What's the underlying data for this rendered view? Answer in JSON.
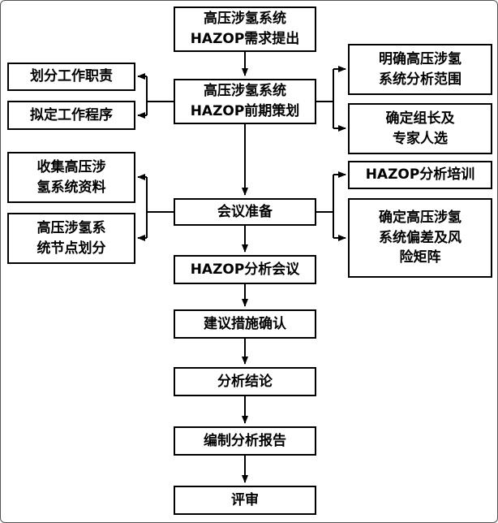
{
  "colors": {
    "box_border": "#000000",
    "box_background": "#ffffff",
    "line": "#000000"
  },
  "nodes": {
    "requirement": "高压涉氢系统\nHAZOP需求提出",
    "planning": "高压涉氢系统\nHAZOP前期策划",
    "duty": "划分工作职责",
    "procedure": "拟定工作程序",
    "scope": "明确高压涉氢\n系统分析范围",
    "leader": "确定组长及\n专家人选",
    "collect": "收集高压涉\n氢系统资料",
    "node_division": "高压涉氢系\n统节点划分",
    "training": "HAZOP分析培训",
    "deviation": "确定高压涉氢\n系统偏差及风\n险矩阵",
    "meeting_prep": "会议准备",
    "meeting": "HAZOP分析会议",
    "measures": "建议措施确认",
    "conclusion": "分析结论",
    "report": "编制分析报告",
    "review": "评审"
  },
  "edges": [
    {
      "from": "requirement",
      "to": "planning"
    },
    {
      "from": "planning",
      "to": "duty"
    },
    {
      "from": "planning",
      "to": "procedure"
    },
    {
      "from": "planning",
      "to": "scope"
    },
    {
      "from": "planning",
      "to": "leader"
    },
    {
      "from": "planning",
      "to": "meeting_prep"
    },
    {
      "from": "meeting_prep",
      "to": "collect"
    },
    {
      "from": "meeting_prep",
      "to": "node_division"
    },
    {
      "from": "meeting_prep",
      "to": "training"
    },
    {
      "from": "meeting_prep",
      "to": "deviation"
    },
    {
      "from": "meeting_prep",
      "to": "meeting"
    },
    {
      "from": "meeting",
      "to": "measures"
    },
    {
      "from": "measures",
      "to": "conclusion"
    },
    {
      "from": "conclusion",
      "to": "report"
    },
    {
      "from": "report",
      "to": "review"
    }
  ]
}
